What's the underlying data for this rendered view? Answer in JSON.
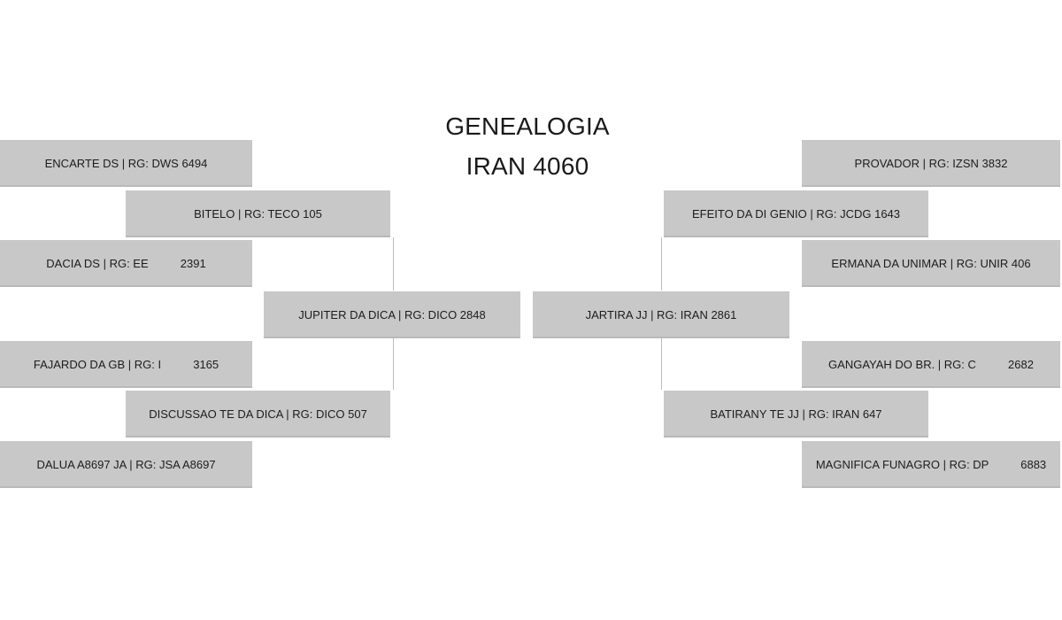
{
  "title": {
    "line1": "GENEALOGIA",
    "line2": "IRAN 4060"
  },
  "sire_side": {
    "sire": "JUPITER DA DICA | RG: DICO 2848",
    "paternal_grandsire": "BITELO | RG: TECO 105",
    "paternal_granddam": "DISCUSSAO TE DA DICA | RG: DICO 507",
    "great_grandparents": [
      "ENCARTE DS | RG: DWS 6494",
      "DACIA DS | RG: EE          2391",
      "FAJARDO DA GB | RG: I          3165",
      "DALUA A8697 JA | RG: JSA A8697"
    ]
  },
  "dam_side": {
    "dam": "JARTIRA JJ | RG: IRAN 2861",
    "maternal_grandsire": "EFEITO DA DI GENIO | RG: JCDG 1643",
    "maternal_granddam": "BATIRANY TE JJ | RG: IRAN 647",
    "great_grandparents": [
      "PROVADOR | RG: IZSN 3832",
      "ERMANA DA UNIMAR | RG: UNIR 406",
      "GANGAYAH DO BR. | RG: C          2682",
      "MAGNIFICA FUNAGRO | RG: DP          6883"
    ]
  },
  "colors": {
    "box_fill": "#c8c8c8",
    "text": "#1c1c1c",
    "background": "#ffffff",
    "connector": "#bdbdbd"
  }
}
